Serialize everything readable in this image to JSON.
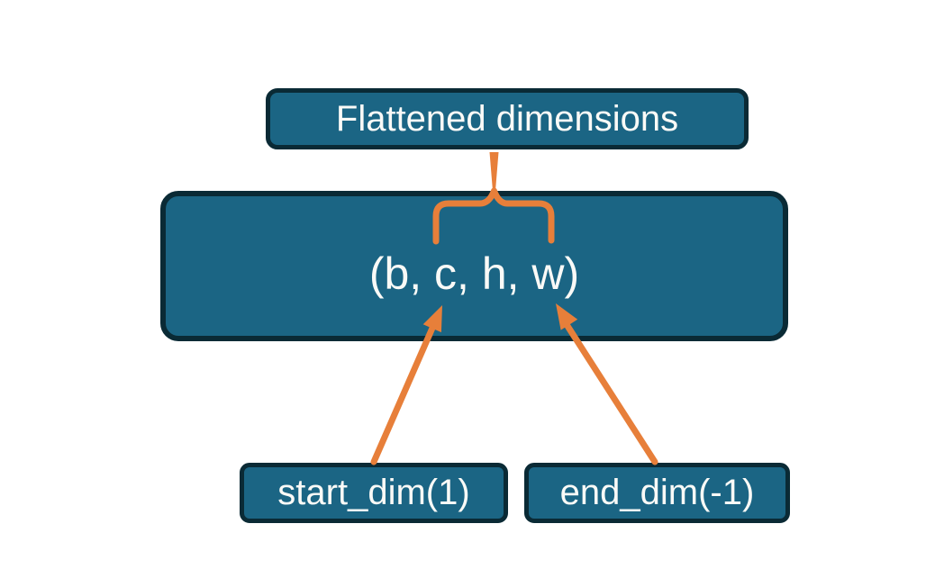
{
  "diagram": {
    "flattened_box": {
      "label": "Flattened dimensions"
    },
    "tensor_box": {
      "label": "(b, c, h, w)"
    },
    "start_dim_box": {
      "label": "start_dim(1)"
    },
    "end_dim_box": {
      "label": "end_dim(-1)"
    }
  },
  "colors": {
    "background": "#ffffff",
    "box_fill": "#1b6584",
    "box_border": "#0a2a35",
    "connector_orange": "#e77f3a",
    "text": "#fafaf7"
  }
}
